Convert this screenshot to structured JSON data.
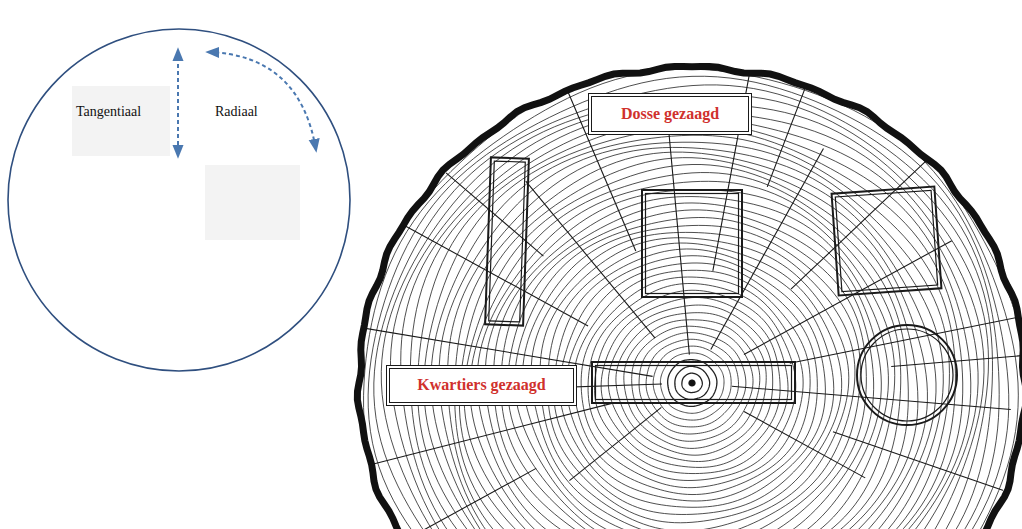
{
  "diagram": {
    "nodes": [
      {
        "text": [
          "Dosse gezaagd"
        ]
      },
      {
        "text": [
          "Kwartiers gezaagd"
        ]
      }
    ],
    "labels": [
      "Tangentiaal",
      "Radiaal"
    ]
  }
}
